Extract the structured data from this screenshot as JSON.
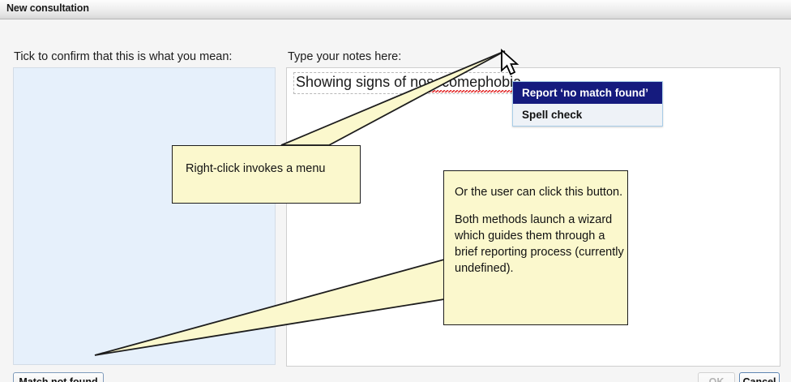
{
  "window": {
    "title": "New consultation"
  },
  "left_pane": {
    "label": "Tick to confirm that this is what you mean:",
    "panel_content": ""
  },
  "right_pane": {
    "label": "Type your notes here:",
    "notes_text_prefix": "Showing signs of ",
    "notes_misspelled_word": "nosocomephobia"
  },
  "context_menu": {
    "items": [
      {
        "label": "Report ‘no match found’",
        "selected": true
      },
      {
        "label": "Spell check",
        "selected": false
      }
    ]
  },
  "callouts": [
    {
      "id": "callout-1",
      "lines": [
        "Right-click invokes a menu"
      ]
    },
    {
      "id": "callout-2",
      "lines": [
        "Or the user can click this button.",
        "Both methods launch a wizard which guides them through a brief reporting process (currently undefined)."
      ]
    }
  ],
  "footer": {
    "match_not_found_label": "Match not found",
    "ok_label": "OK",
    "ok_disabled": true,
    "cancel_label": "Cancel"
  },
  "colors": {
    "callout_fill": "#fbf8cd",
    "callout_border": "#1d1d1d",
    "panel_blue": "#e6f0fb",
    "menu_highlight": "#151b7e",
    "menu_background": "#eef2f7",
    "menu_border": "#a8cde8",
    "spellcheck_underline": "#e02020",
    "focus_border": "#5c84b1"
  },
  "icons": {
    "cursor": "mouse-pointer-arrow"
  }
}
